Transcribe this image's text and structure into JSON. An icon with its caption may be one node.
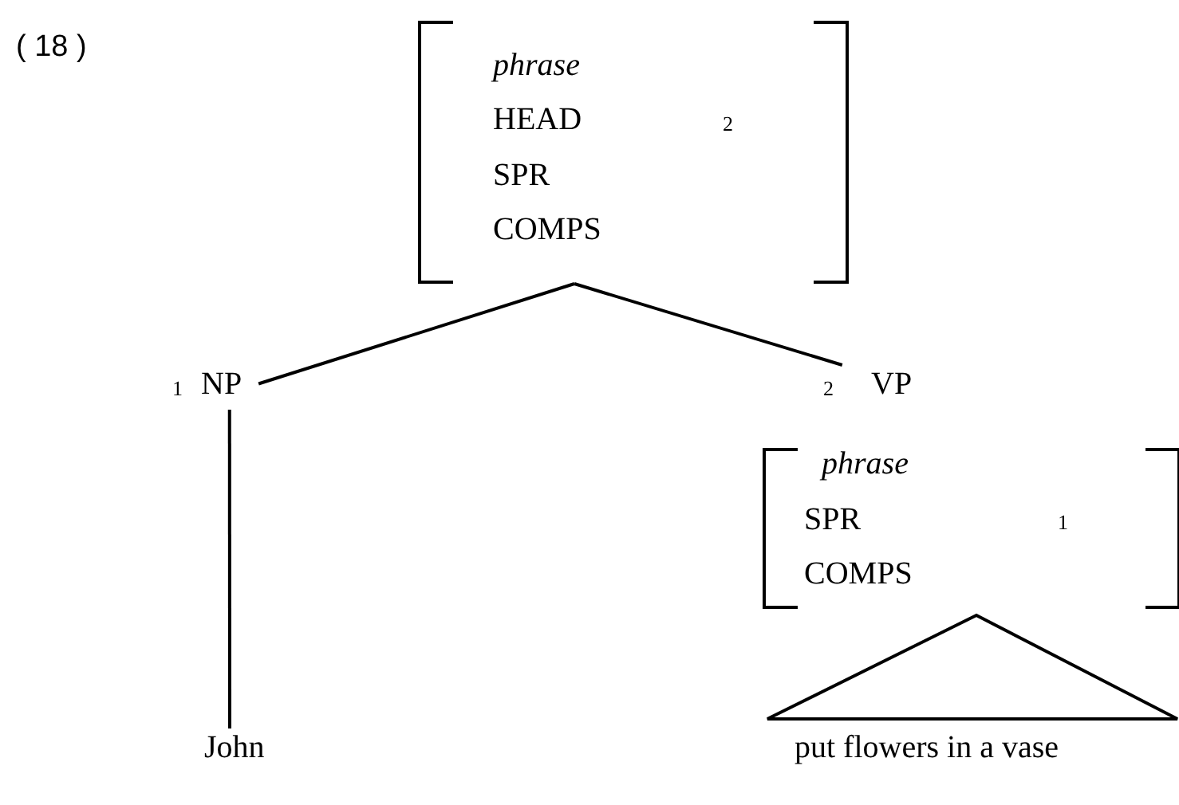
{
  "diagram": {
    "nodes": [
      {
        "text": [
          "phrase",
          "HEAD",
          "2",
          "SPR",
          "COMPS"
        ]
      },
      {
        "text": [
          "NP"
        ],
        "beside": [
          "1"
        ]
      },
      {
        "text": [
          "VP"
        ],
        "beside": [
          "2"
        ]
      },
      {
        "text": [
          "phrase",
          "SPR",
          "1",
          "COMPS"
        ]
      },
      {
        "text": [],
        "shape": "triangle"
      },
      {
        "text": [
          "John"
        ]
      },
      {
        "text": [
          "put flowers in a vase"
        ]
      }
    ],
    "edges": [
      {
        "from": 0,
        "to": 1,
        "arrow": "none"
      },
      {
        "from": 0,
        "to": 2,
        "arrow": "none"
      },
      {
        "from": 1,
        "to": 5,
        "arrow": "none"
      }
    ],
    "labels": [
      "( 18 )"
    ]
  }
}
